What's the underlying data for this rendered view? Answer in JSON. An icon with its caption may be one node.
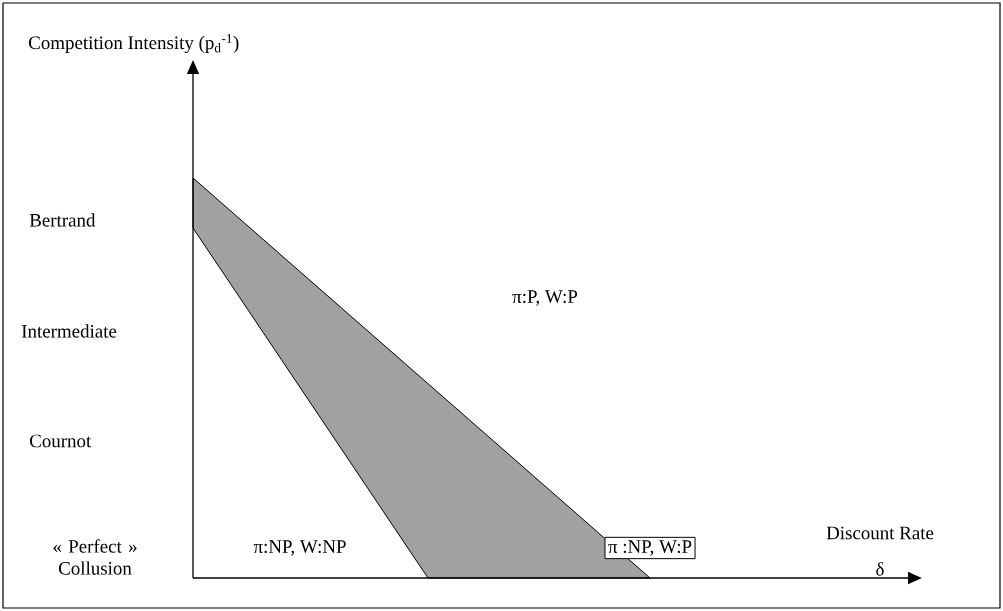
{
  "diagram": {
    "title": "Competition Intensity (p$_{d}$$^{-1}$)",
    "nodes": [
      {
        "text": [
          "π :NP, W:P"
        ]
      }
    ],
    "labels": [
      "Bertrand",
      "π:P, W:P",
      "Intermediate",
      "Cournot",
      "Discount Rate",
      "π:NP, W:NP",
      "« Perfect » Collusion",
      "δ"
    ]
  }
}
